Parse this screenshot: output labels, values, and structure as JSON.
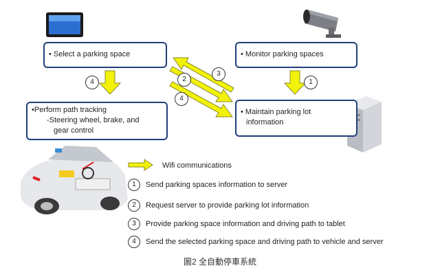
{
  "boxes": {
    "select": "• Select a parking space",
    "monitor": "• Monitor parking spaces",
    "path_line1": "•Perform path tracking",
    "path_line2": "-Steering wheel, brake, and",
    "path_line3": "gear control",
    "maintain_line1": "• Maintain parking lot",
    "maintain_line2": "information"
  },
  "arrow_numbers": {
    "a": "4",
    "b": "3",
    "c": "2",
    "d": "4",
    "e": "1"
  },
  "legend": {
    "wifi": "Wifi communications",
    "items": [
      {
        "num": "1",
        "text": "Send parking spaces information to server"
      },
      {
        "num": "2",
        "text": "Request server to provide parking lot information"
      },
      {
        "num": "3",
        "text": "Provide parking space information and driving path to tablet"
      },
      {
        "num": "4",
        "text": "Send the selected parking space and driving path to vehicle and server"
      }
    ]
  },
  "caption": "圖2 全自動停車系統",
  "colors": {
    "arrow_fill": "#f2f20a",
    "arrow_stroke": "#8a8a2a",
    "box_border": "#1f3f7a"
  }
}
